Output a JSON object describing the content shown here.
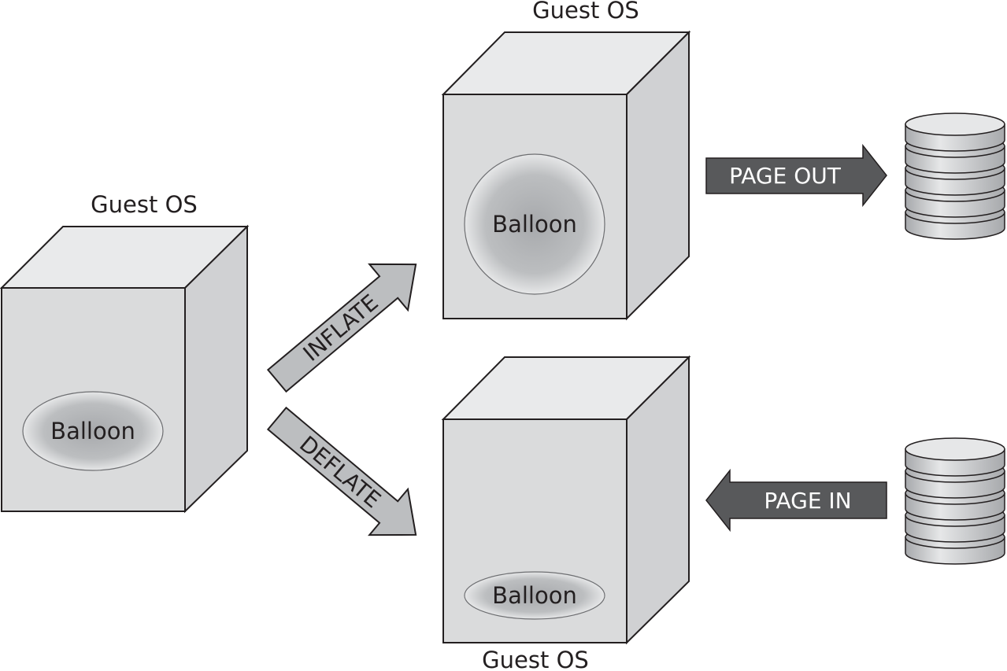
{
  "boxes": {
    "left": {
      "title": "Guest OS",
      "balloon": "Balloon"
    },
    "top_right": {
      "title": "Guest OS",
      "balloon": "Balloon"
    },
    "bottom_right": {
      "title": "Guest OS",
      "balloon": "Balloon"
    }
  },
  "arrows": {
    "inflate": "INFLATE",
    "deflate": "DEFLATE",
    "page_out": "PAGE OUT",
    "page_in": "PAGE IN"
  }
}
